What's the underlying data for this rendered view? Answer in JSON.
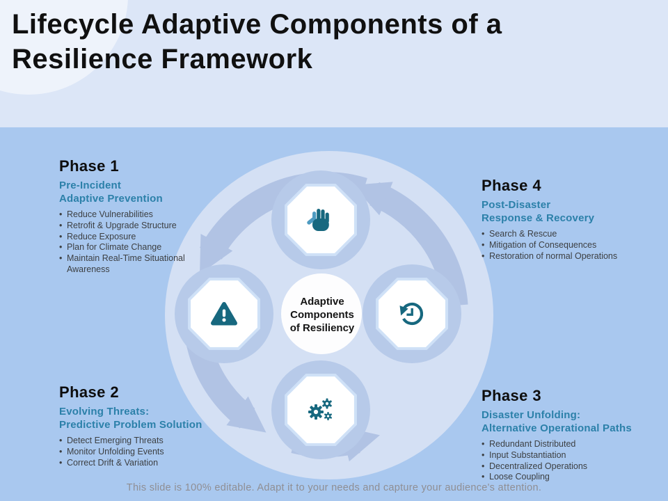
{
  "slide": {
    "title_line1": "Lifecycle Adaptive Components of a",
    "title_line2": "Resilience Framework",
    "footer": "This slide is 100% editable. Adapt it to your needs and capture your audience's attention.",
    "center_label": {
      "line1": "Adaptive",
      "line2": "Components",
      "line3": "of Resiliency"
    }
  },
  "phases": [
    {
      "name": "Phase 1",
      "subtitle_line1": "Pre-Incident",
      "subtitle_line2": "Adaptive Prevention",
      "bullets": [
        "Reduce Vulnerabilities",
        "Retrofit & Upgrade Structure",
        "Reduce Exposure",
        "Plan for Climate Change",
        "Maintain Real-Time Situational Awareness"
      ],
      "icon": "stop-hand"
    },
    {
      "name": "Phase 2",
      "subtitle_line1": "Evolving Threats:",
      "subtitle_line2": "Predictive Problem Solution",
      "bullets": [
        "Detect Emerging Threats",
        "Monitor Unfolding Events",
        "Correct Drift & Variation"
      ],
      "icon": "warning-triangle"
    },
    {
      "name": "Phase 3",
      "subtitle_line1": "Disaster Unfolding:",
      "subtitle_line2": "Alternative Operational Paths",
      "bullets": [
        "Redundant Distributed",
        "Input Substantiation",
        "Decentralized Operations",
        "Loose Coupling"
      ],
      "icon": "gears"
    },
    {
      "name": "Phase 4",
      "subtitle_line1": "Post-Disaster",
      "subtitle_line2": "Response & Recovery",
      "bullets": [
        "Search & Rescue",
        "Mitigation of Consequences",
        "Restoration of normal Operations"
      ],
      "icon": "history-restore"
    }
  ],
  "colors": {
    "top_band": "#dce6f7",
    "main_band": "#a9c8ef",
    "big_circle": "#d4e0f4",
    "arrow_band": "#b1c3e4",
    "satellite_circle": "#b7cae9",
    "octagon_fill": "#ffffff",
    "octagon_ring": "#cfe1f7",
    "icon_teal": "#17687f",
    "icon_light_blue": "#4e9bc1",
    "subtitle_teal": "#2b80a9",
    "bullet_text": "#3c3f42",
    "footer_text": "#8f8e93"
  }
}
